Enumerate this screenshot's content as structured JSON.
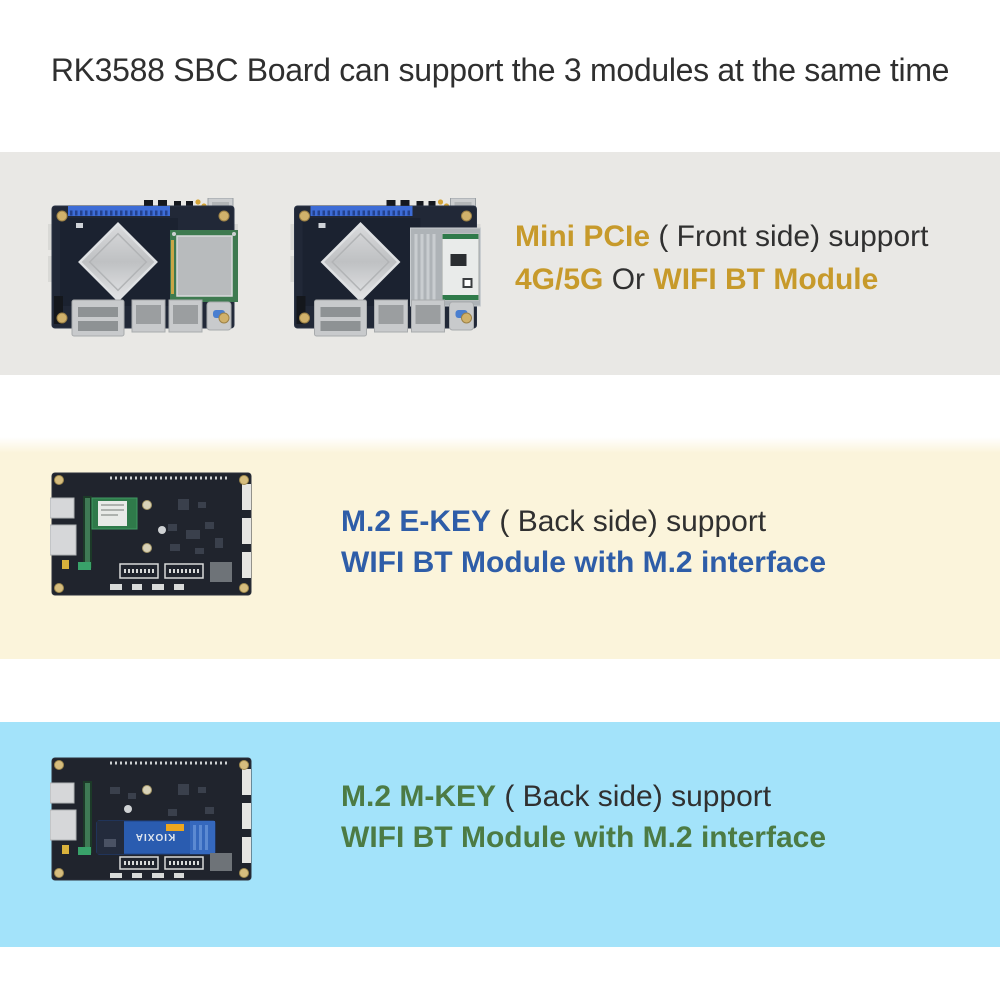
{
  "title": "RK3588 SBC Board can support the 3 modules at the same time",
  "colors": {
    "gold_accent": "#C79A2B",
    "blue_accent": "#2E5DA8",
    "green_accent": "#4C7B44",
    "body_text": "#303030",
    "mini_pcie_band_bg": "#E9E8E5",
    "m2_ekey_band_bg": "#FBF4DB",
    "m2_mkey_band_bg": "#A3E3FA"
  },
  "sections": [
    {
      "id": "mini-pcie",
      "line1_accent": "Mini PCIe",
      "line1_rest": " ( Front side) support",
      "line2_accent_a": "4G/5G",
      "line2_plain": " Or ",
      "line2_accent_b": "WIFI BT Module"
    },
    {
      "id": "m2-e-key",
      "line1_accent": "M.2 E-KEY",
      "line1_rest": " ( Back side) support",
      "line2_accent": "WIFI BT Module with M.2 interface"
    },
    {
      "id": "m2-m-key",
      "line1_accent": "M.2 M-KEY",
      "line1_rest": " ( Back side) support",
      "line2_accent": "WIFI BT Module with M.2 interface"
    }
  ],
  "board_labels": {
    "ssd_brand": "KIOXIA"
  }
}
